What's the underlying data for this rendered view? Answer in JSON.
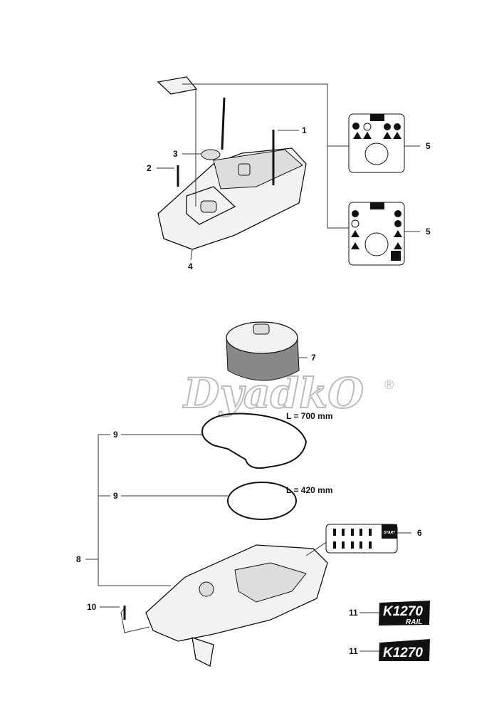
{
  "diagram": {
    "callouts": [
      "1",
      "2",
      "3",
      "4",
      "5",
      "5",
      "6",
      "7",
      "8",
      "9",
      "9",
      "10",
      "11",
      "11"
    ],
    "gasket_lengths": {
      "large": "L = 700 mm",
      "small": "L = 420 mm"
    },
    "decal_6_label": "START",
    "model_decals": {
      "rail_model": "K1270",
      "rail_suffix": "RAIL",
      "model": "K1270"
    },
    "watermark": "DyadkO",
    "watermark_mark": "®"
  }
}
